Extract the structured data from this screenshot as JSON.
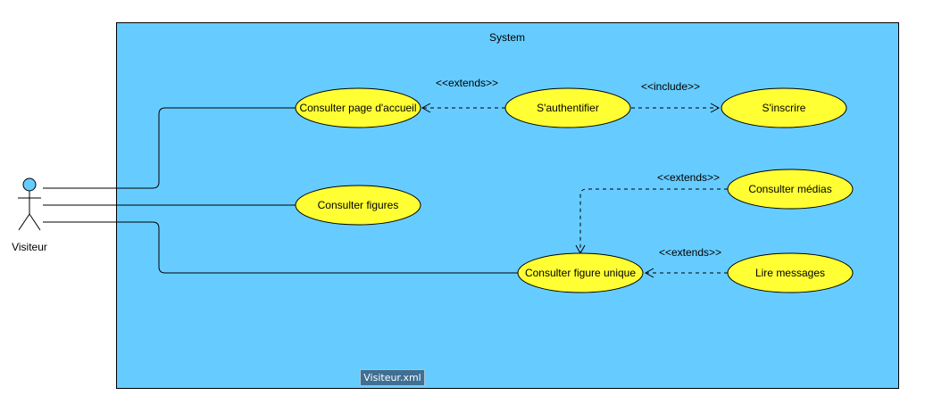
{
  "system": {
    "label": "System",
    "fill": "#66ccff"
  },
  "actor": {
    "name": "Visiteur",
    "head_fill": "#66ccff"
  },
  "use_cases": {
    "accueil": "Consulter page d'accueil",
    "authentifier": "S'authentifier",
    "inscrire": "S'inscrire",
    "figures": "Consulter figures",
    "medias": "Consulter médias",
    "figure_unique": "Consulter figure unique",
    "messages": "Lire messages"
  },
  "use_case_fill": "#ffff33",
  "stereotypes": {
    "auth_extends": "<<extends>>",
    "inscrire_include": "<<include>>",
    "medias_extends": "<<extends>>",
    "messages_extends": "<<extends>>"
  },
  "file_tab": {
    "label": "Visiteur.xml"
  }
}
